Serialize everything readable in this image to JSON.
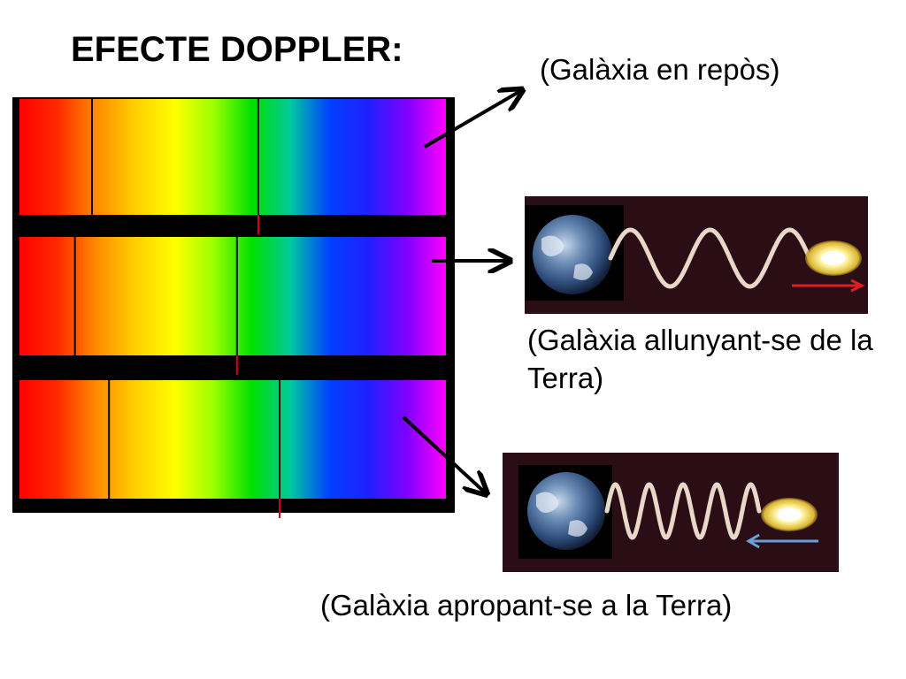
{
  "title": "EFECTE DOPPLER:",
  "labels": {
    "rest": "(Galàxia en repòs)",
    "away": "(Galàxia allunyant-se de la Terra)",
    "toward": "(Galàxia apropant-se a la Terra)"
  },
  "spectra": [
    {
      "state": "rest",
      "lines": [
        0.17,
        0.56
      ]
    },
    {
      "state": "away",
      "lines": [
        0.13,
        0.51
      ]
    },
    {
      "state": "toward",
      "lines": [
        0.21,
        0.61
      ]
    }
  ],
  "colors": {
    "spectrum": [
      "#ff0000",
      "#ff2a00",
      "#ff8c00",
      "#ffd000",
      "#ffff00",
      "#9cff00",
      "#00e000",
      "#00c8a0",
      "#0040ff",
      "#2020ff",
      "#8000ff",
      "#ff00ff"
    ],
    "absorption_line": "#000000",
    "marker": "#e00000",
    "panel_bg": "#2b0d16",
    "wave": "#e8d8c8",
    "arrow_away": "#e02020",
    "arrow_toward": "#6aa0d8"
  }
}
